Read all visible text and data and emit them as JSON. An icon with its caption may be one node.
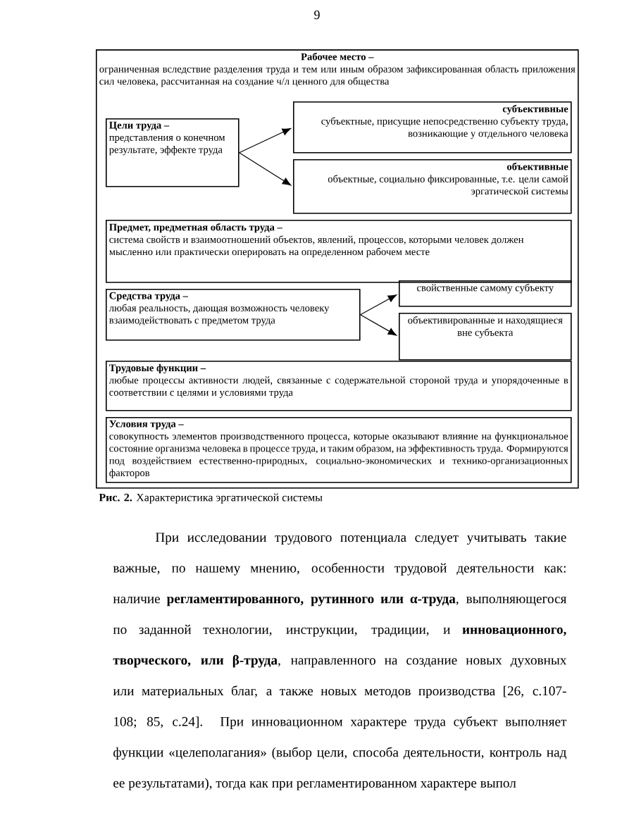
{
  "diagram": {
    "caption": "**Рис. 2.** Характеристика эргатической системы",
    "nodes": [
      {
        "text": [
          "Рабочее место –",
          "ограниченная вследствие разделения труда и тем или иным образом зафиксированная область приложения сил человека, рассчитанная на создание ч/л ценного для общества"
        ]
      },
      {
        "text": [
          "Цели труда –",
          "представления о конечном результате, эффекте труда"
        ],
        "in": 0
      },
      {
        "text": [
          "субъективные",
          "субъектные, присущие непосредственно субъекту труда, возникающие у отдельного человека"
        ],
        "in": 0
      },
      {
        "text": [
          "объективные",
          "объектные, социально фиксированные, т.е. цели самой эргатической системы"
        ],
        "in": 0
      },
      {
        "text": [
          "Предмет, предметная область труда –",
          "система свойств и взаимоотношений объектов, явлений, процессов, которыми человек должен мысленно или практически оперировать на определенном рабочем месте"
        ],
        "in": 0
      },
      {
        "text": [
          "Средства труда –",
          "любая реальность, дающая возможность человеку взаимодействовать с предметом труда"
        ],
        "in": 0
      },
      {
        "text": [
          "свойственные самому субъекту"
        ],
        "in": 0
      },
      {
        "text": [
          "объективированные и находящиеся вне субъекта"
        ],
        "in": 0
      },
      {
        "text": [
          "Трудовые функции –",
          "любые процессы активности людей, связанные с содержательной стороной труда и упорядоченные в соответствии с целями и условиями труда"
        ],
        "in": 0
      },
      {
        "text": [
          "Условия труда –",
          "совокупность элементов производственного процесса, которые оказывают влияние на функциональное состояние организма человека в процессе труда, и таким образом, на эффективность труда. Формируются под воздействием естественно-природных, социально-экономических и технико-организационных факторов"
        ],
        "in": 0
      }
    ],
    "edges": [
      {
        "from": 1,
        "to": 2,
        "arrow": "to"
      },
      {
        "from": 1,
        "to": 3,
        "arrow": "to"
      },
      {
        "from": 5,
        "to": 6,
        "arrow": "to"
      },
      {
        "from": 5,
        "to": 7,
        "arrow": "to"
      }
    ],
    "labels": [
      "9",
      "При исследовании трудового потенциала следует учитывать такие важные, по нашему мнению, особенности трудовой деятельности как: наличие **регламентированного, рутинного или α-труда**, выполняющегося по заданной технологии, инструкции, традиции, и **инновационного, творческого, или β-труда**, направленного на создание новых духовных или материальных благ, а также новых методов производства [26, с.107-108; 85, с.24]. При инновационном характере труда субъект выполняет функции «целеполагания» (выбор цели, способа деятельности, контроль над ее результатами), тогда как при регламентированном характере выпол"
    ]
  }
}
